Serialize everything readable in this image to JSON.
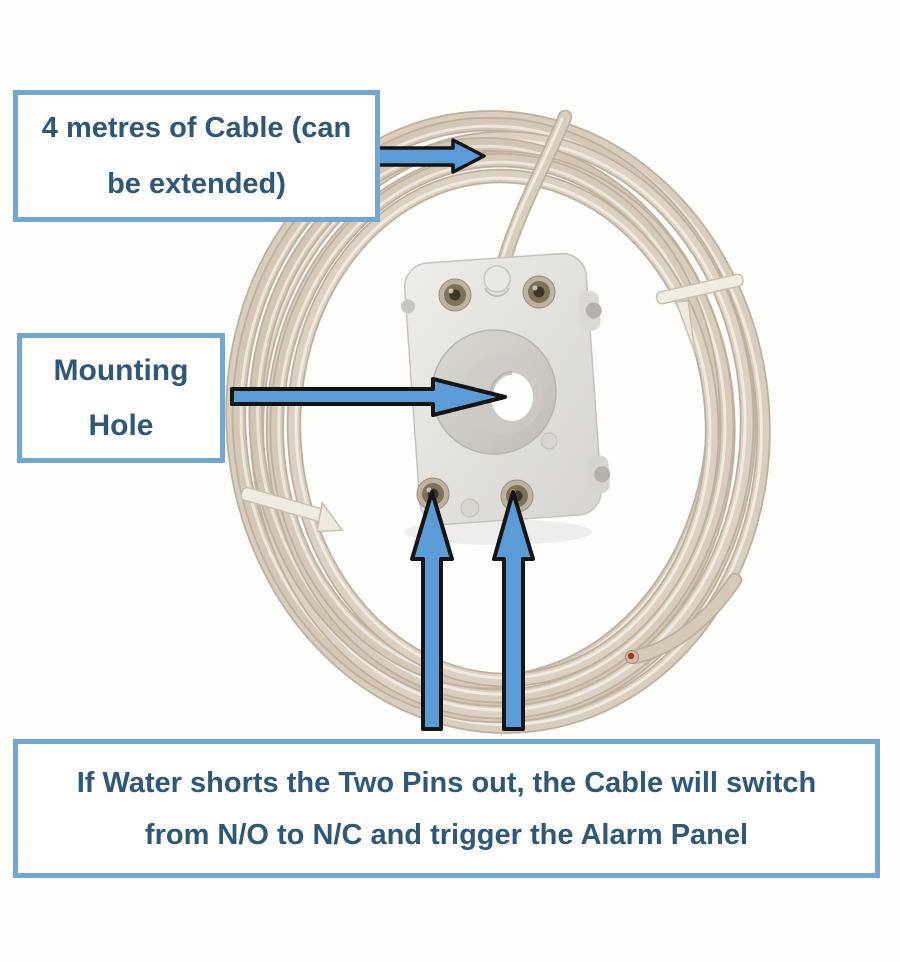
{
  "colors": {
    "background": "#fefefd",
    "box_border": "#73A7D3",
    "label_text": "#2E5876",
    "arrow_fill": "#5B9CD6",
    "arrow_outline": "#141414",
    "cable_beige": "#D8CCBC",
    "device_body": "#E5E3DE",
    "pin_brass": "#7E7258",
    "wire_tip_red": "#B03020"
  },
  "annotations": {
    "cable_note": {
      "lines": [
        "4 metres of Cable (can",
        "be extended)"
      ]
    },
    "mounting_note": {
      "lines": [
        "Mounting",
        "Hole"
      ]
    },
    "pins_note": {
      "lines": [
        "If Water shorts the Two Pins out, the Cable will switch",
        "from N/O to N/C and trigger the Alarm Panel"
      ]
    }
  },
  "figure": {
    "icons": [
      "arrow-right-icon",
      "arrow-up-icon"
    ],
    "objects": [
      "coiled-cable",
      "sensor-base-plate",
      "mounting-hole",
      "contact-pins",
      "cable-tie",
      "red-wire-tip"
    ]
  }
}
